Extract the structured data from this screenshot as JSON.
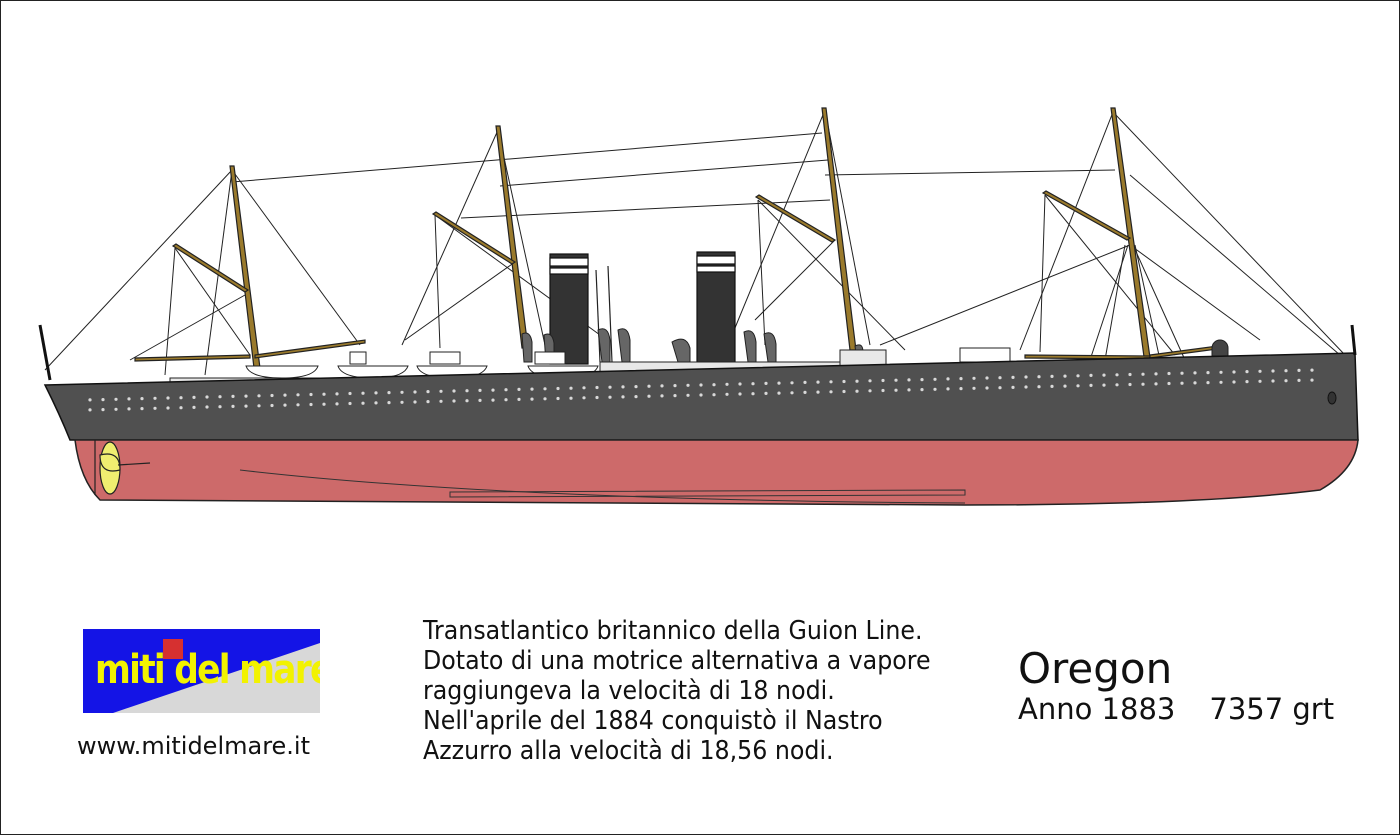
{
  "logo": {
    "text": "miti del mare"
  },
  "website": "www.mitidelmare.it",
  "description": [
    "Transatlantico britannico della Guion Line.",
    "Dotato di una motrice alternativa a vapore",
    "raggiungeva la velocità di 18 nodi.",
    "Nell'aprile del 1884 conquistò il Nastro",
    "Azzurro alla velocità di 18,56 nodi."
  ],
  "ship": {
    "name": "Oregon",
    "year_label": "Anno 1883",
    "tonnage_label": "7357 grt"
  },
  "colors": {
    "hull_upper": "#505050",
    "hull_lower": "#cd6a6a",
    "funnel": "#333333",
    "mast": "#9a7a2c",
    "propeller": "#f0ee70",
    "logo_bg": "#1414e6",
    "logo_text": "#f2f200"
  }
}
